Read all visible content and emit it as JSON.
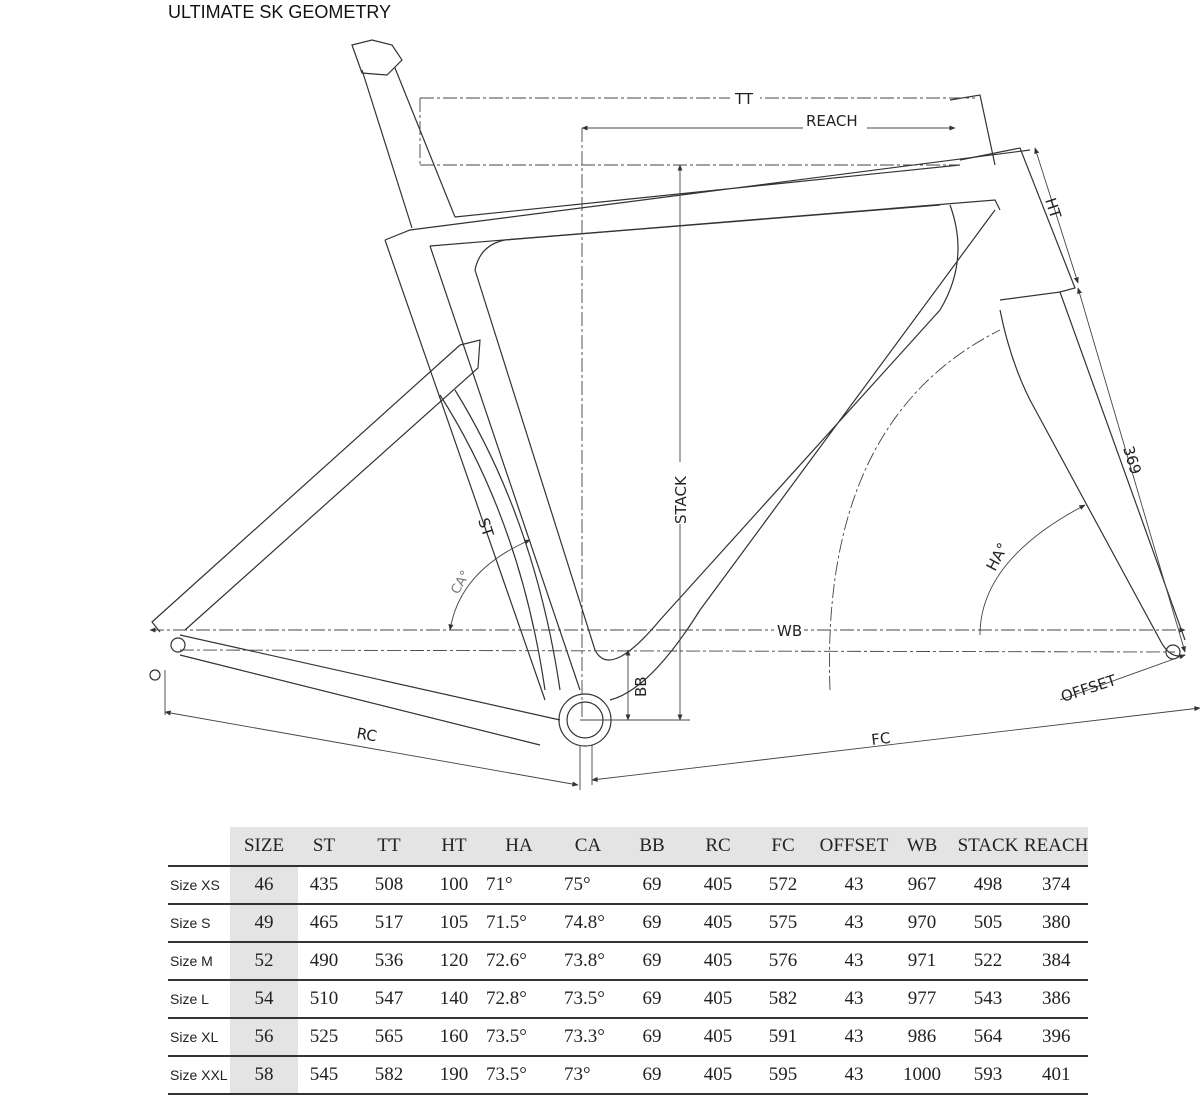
{
  "title": "ULTIMATE SK GEOMETRY",
  "drawing_labels": {
    "tt": "TT",
    "reach": "REACH",
    "ht": "HT",
    "fork_length": "369",
    "ha": "HA°",
    "stack": "STACK",
    "st": "ST",
    "ca": "CA°",
    "wb": "WB",
    "bb": "BB",
    "offset": "OFFSET",
    "rc": "RC",
    "fc": "FC"
  },
  "table": {
    "headers": [
      "SIZE",
      "ST",
      "TT",
      "HT",
      "HA",
      "CA",
      "BB",
      "RC",
      "FC",
      "OFFSET",
      "WB",
      "STACK",
      "REACH"
    ],
    "rows": [
      {
        "label": "Size XS",
        "values": [
          "46",
          "435",
          "508",
          "100",
          "71°",
          "75°",
          "69",
          "405",
          "572",
          "43",
          "967",
          "498",
          "374"
        ]
      },
      {
        "label": "Size S",
        "values": [
          "49",
          "465",
          "517",
          "105",
          "71.5°",
          "74.8°",
          "69",
          "405",
          "575",
          "43",
          "970",
          "505",
          "380"
        ]
      },
      {
        "label": "Size M",
        "values": [
          "52",
          "490",
          "536",
          "120",
          "72.6°",
          "73.8°",
          "69",
          "405",
          "576",
          "43",
          "971",
          "522",
          "384"
        ]
      },
      {
        "label": "Size L",
        "values": [
          "54",
          "510",
          "547",
          "140",
          "72.8°",
          "73.5°",
          "69",
          "405",
          "582",
          "43",
          "977",
          "543",
          "386"
        ]
      },
      {
        "label": "Size XL",
        "values": [
          "56",
          "525",
          "565",
          "160",
          "73.5°",
          "73.3°",
          "69",
          "405",
          "591",
          "43",
          "986",
          "564",
          "396"
        ]
      },
      {
        "label": "Size XXL",
        "values": [
          "58",
          "545",
          "582",
          "190",
          "73.5°",
          "73°",
          "69",
          "405",
          "595",
          "43",
          "1000",
          "593",
          "401"
        ]
      }
    ]
  }
}
